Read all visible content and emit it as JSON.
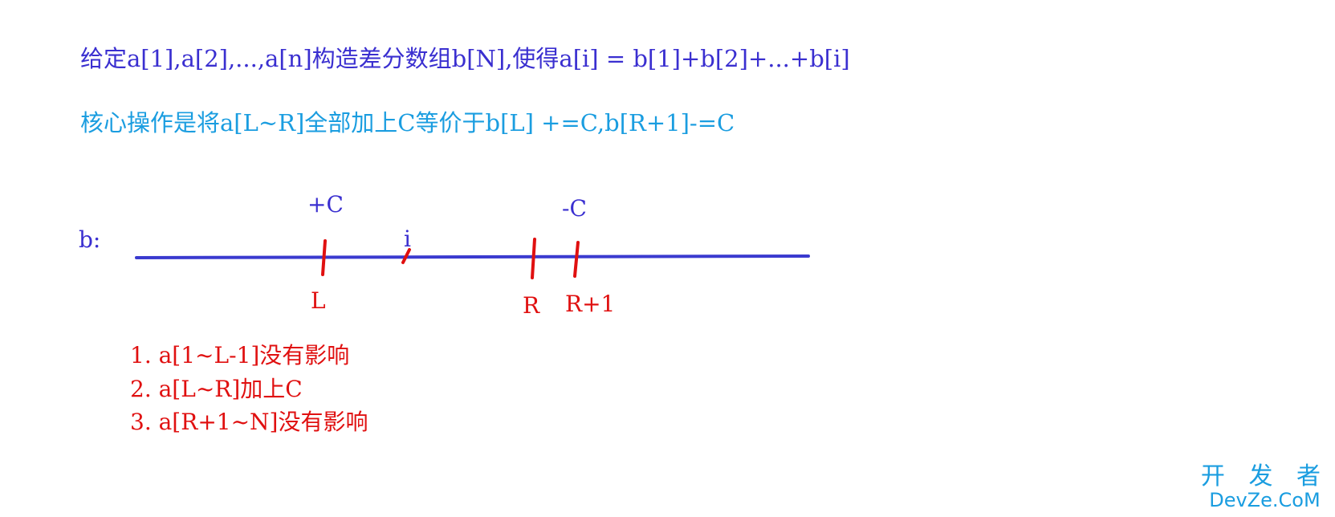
{
  "heading": {
    "definition": "给定a[1],a[2],...,a[n]构造差分数组b[N],使得a[i] = b[1]+b[2]+...+b[i]",
    "core_operation": "核心操作是将a[L~R]全部加上C等价于b[L] +=C,b[R+1]-=C"
  },
  "diagram": {
    "array_label": "b:",
    "plus_c": "+C",
    "minus_c": "-C",
    "index_i": "i",
    "label_L": "L",
    "label_R": "R",
    "label_R1": "R+1",
    "line_color": "#3a3acf",
    "mark_color": "#e01010"
  },
  "notes": [
    "1. a[1~L-1]没有影响",
    "2. a[L~R]加上C",
    "3. a[R+1~N]没有影响"
  ],
  "watermark": {
    "top": "开 发 者",
    "bottom": "DevZe.CoM"
  }
}
